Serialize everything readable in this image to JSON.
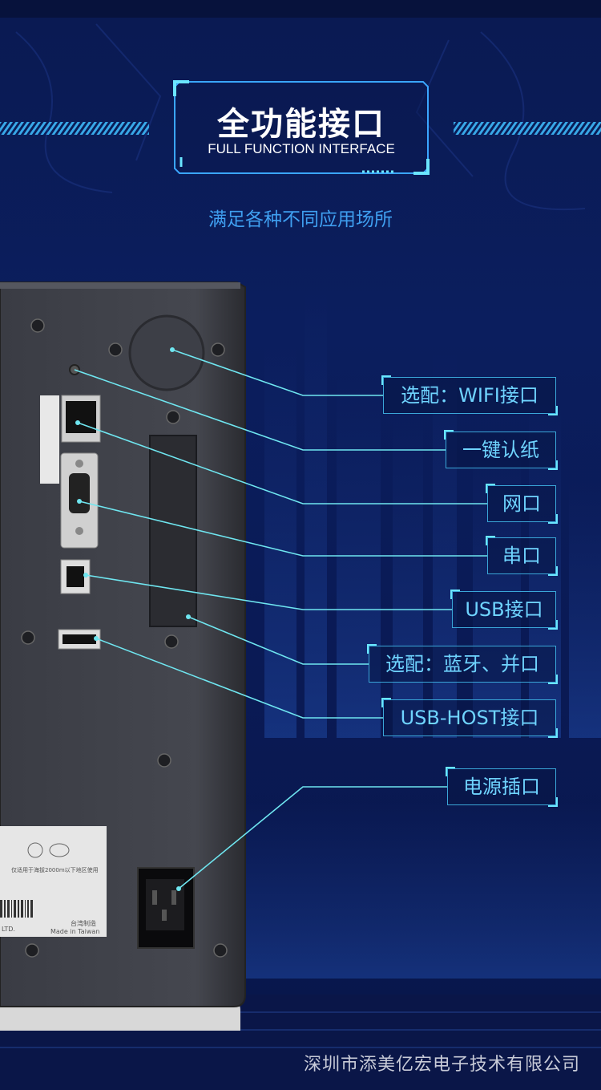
{
  "header": {
    "title_cn": "全功能接口",
    "title_en": "FULL FUNCTION INTERFACE",
    "subtitle": "满足各种不同应用场所"
  },
  "labels": [
    {
      "id": "wifi",
      "text": "选配：WIFI接口"
    },
    {
      "id": "feed",
      "text": "一键认纸"
    },
    {
      "id": "ethernet",
      "text": "网口"
    },
    {
      "id": "serial",
      "text": "串口"
    },
    {
      "id": "usb",
      "text": "USB接口"
    },
    {
      "id": "bt-parallel",
      "text": "选配：蓝牙、并口"
    },
    {
      "id": "usb-host",
      "text": "USB-HOST接口"
    },
    {
      "id": "power",
      "text": "电源插口"
    }
  ],
  "device": {
    "sticker_text": "仅适用于海拔2000m以下地区使用",
    "made_in_cn": "台湾制造",
    "made_in_en": "Made in Taiwan",
    "ltd": "LTD."
  },
  "footer": {
    "company": "深圳市添美亿宏电子技术有限公司"
  },
  "colors": {
    "background": "#0a1a55",
    "accent": "#3aa6d8",
    "label_text": "#6fd4ff",
    "subtitle": "#3f9ff0"
  }
}
